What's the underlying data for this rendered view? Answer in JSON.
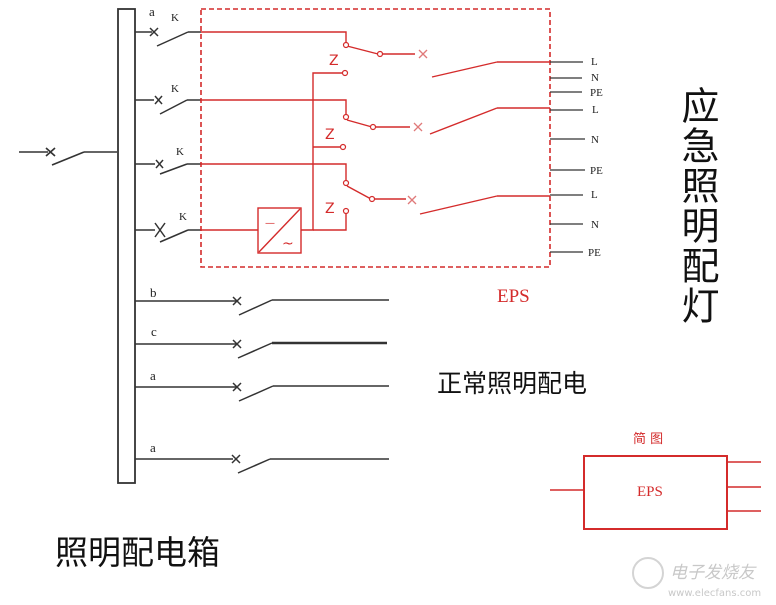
{
  "title": "EPS emergency lighting distribution wiring diagram",
  "colors": {
    "black_line": "#333333",
    "red_line": "#d42b2b",
    "text": "#222222",
    "watermark": "#c8c8c8"
  },
  "lighting_box": {
    "label": "照明配电箱",
    "incoming_breaker": "main-breaker"
  },
  "branches_to_eps": [
    {
      "phase": "a",
      "switch": "K"
    },
    {
      "phase": "",
      "switch": "K"
    },
    {
      "phase": "",
      "switch": "K"
    },
    {
      "phase": "",
      "switch": "K"
    }
  ],
  "eps_module": {
    "label": "EPS",
    "transfer_switch_label": "Z",
    "inverter_symbols": [
      "—",
      "~"
    ]
  },
  "eps_outputs": [
    {
      "terminals": [
        "L",
        "N",
        "PE"
      ]
    },
    {
      "terminals": [
        "L",
        "N",
        "PE"
      ]
    },
    {
      "terminals": [
        "L",
        "N",
        "PE"
      ]
    }
  ],
  "emergency_label": "应急照明配灯",
  "normal_branches": [
    {
      "phase": "b"
    },
    {
      "phase": "c"
    },
    {
      "phase": "a"
    },
    {
      "phase": "a"
    }
  ],
  "normal_label": "正常照明配电",
  "simplified": {
    "title": "简 图",
    "box_label": "EPS"
  },
  "watermark": {
    "text": "电子发烧友",
    "url_text": "www.elecfans.com"
  }
}
